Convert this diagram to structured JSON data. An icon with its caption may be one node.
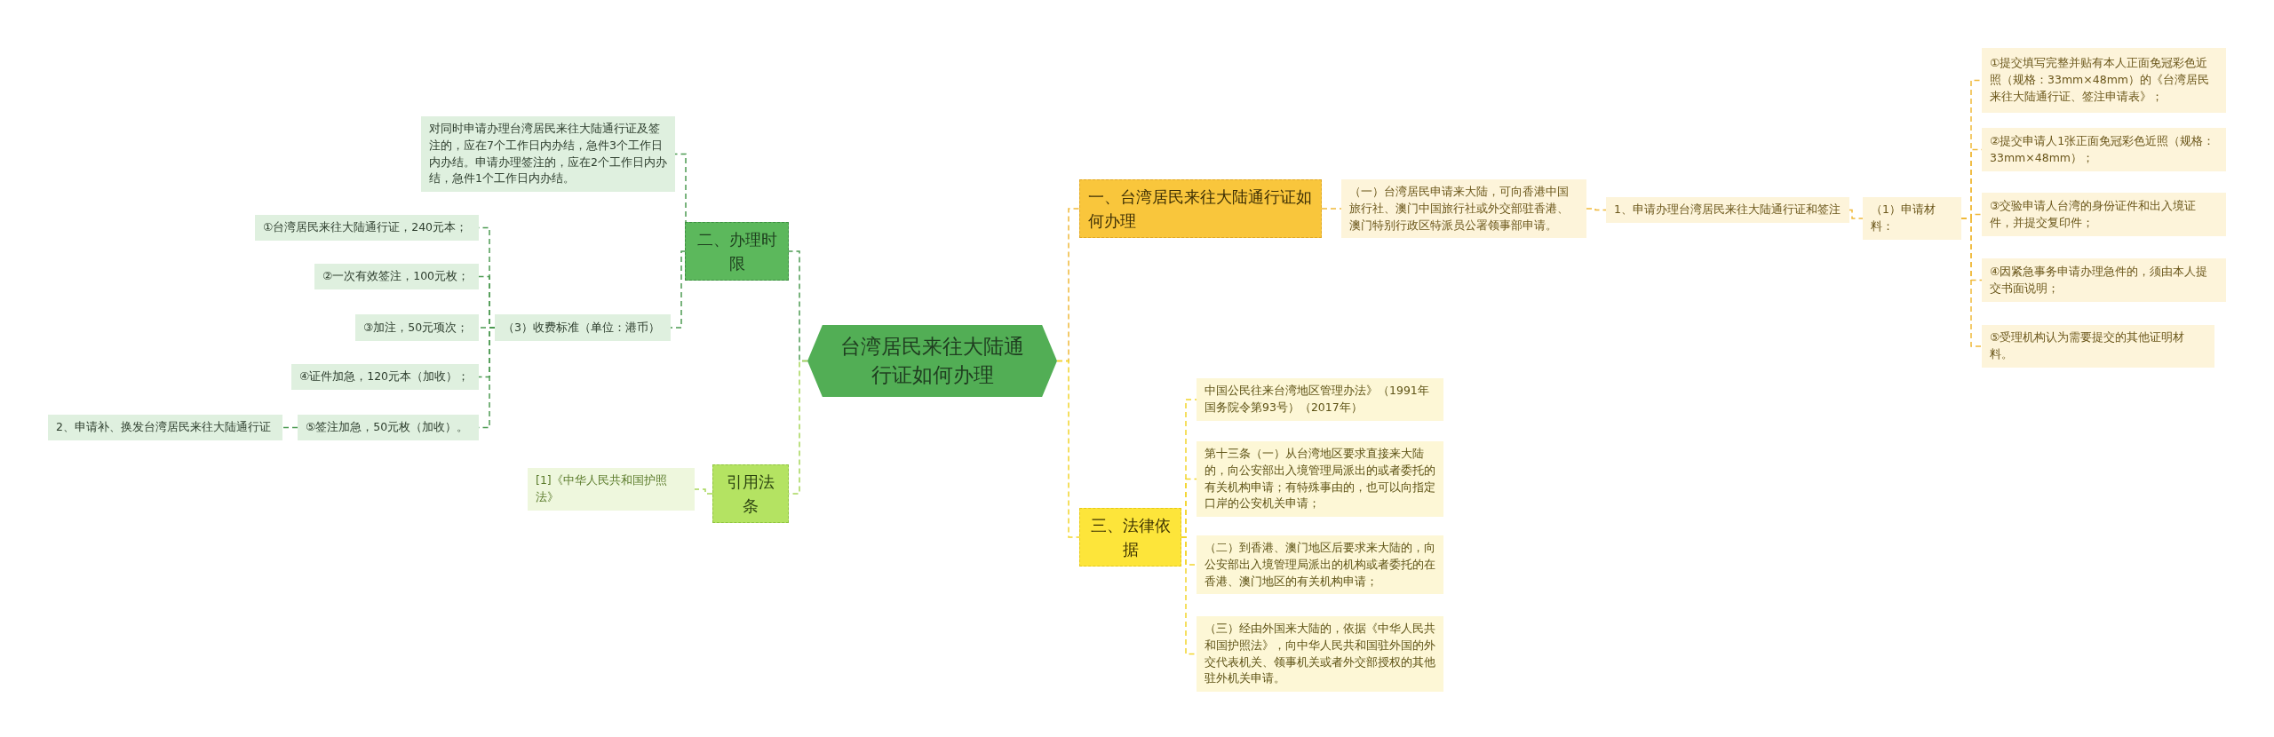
{
  "diagram": {
    "nodes": [
      {
        "text": [
          "台湾居民来往大陆通行证如何办理"
        ]
      },
      {
        "text": [
          "一、台湾居民来往大陆通行证如何办理"
        ]
      },
      {
        "text": [
          "（一）台湾居民申请来大陆，可向香港中国旅行社、澳门中国旅行社或外交部驻香港、澳门特别行政区特派员公署领事部申请。"
        ]
      },
      {
        "text": [
          "1、申请办理台湾居民来往大陆通行证和签注"
        ]
      },
      {
        "text": [
          "（1）申请材料："
        ]
      },
      {
        "text": [
          "①提交填写完整并贴有本人正面免冠彩色近照（规格：33mm×48mm）的《台湾居民来往大陆通行证、签注申请表》；"
        ]
      },
      {
        "text": [
          "②提交申请人1张正面免冠彩色近照（规格：33mm×48mm）；"
        ]
      },
      {
        "text": [
          "③交验申请人台湾的身份证件和出入境证件，并提交复印件；"
        ]
      },
      {
        "text": [
          "④因紧急事务申请办理急件的，须由本人提交书面说明；"
        ]
      },
      {
        "text": [
          "⑤受理机构认为需要提交的其他证明材料。"
        ]
      },
      {
        "text": [
          "三、法律依据"
        ]
      },
      {
        "text": [
          "中国公民往来台湾地区管理办法》（1991年国务院令第93号）（2017年）"
        ]
      },
      {
        "text": [
          "第十三条（一）从台湾地区要求直接来大陆的，向公安部出入境管理局派出的或者委托的有关机构申请；有特殊事由的，也可以向指定口岸的公安机关申请；"
        ]
      },
      {
        "text": [
          "（二）到香港、澳门地区后要求来大陆的，向公安部出入境管理局派出的机构或者委托的在香港、澳门地区的有关机构申请；"
        ]
      },
      {
        "text": [
          "（三）经由外国来大陆的，依据《中华人民共和国护照法》，向中华人民共和国驻外国的外交代表机关、领事机关或者外交部授权的其他驻外机关申请。"
        ]
      },
      {
        "text": [
          "二、办理时限"
        ]
      },
      {
        "text": [
          "对同时申请办理台湾居民来往大陆通行证及签注的，应在7个工作日内办结，急件3个工作日内办结。申请办理签注的，应在2个工作日内办结，急件1个工作日内办结。"
        ]
      },
      {
        "text": [
          "（3）收费标准（单位：港币）"
        ]
      },
      {
        "text": [
          "①台湾居民来往大陆通行证，240元本；"
        ]
      },
      {
        "text": [
          "②一次有效签注，100元枚；"
        ]
      },
      {
        "text": [
          "③加注，50元项次；"
        ]
      },
      {
        "text": [
          "④证件加急，120元本（加收）；"
        ]
      },
      {
        "text": [
          "⑤签注加急，50元枚（加收）。"
        ]
      },
      {
        "text": [
          "2、申请补、换发台湾居民来往大陆通行证"
        ]
      },
      {
        "text": [
          "引用法条"
        ]
      },
      {
        "text": [
          "[1]《中华人民共和国护照法》"
        ]
      }
    ],
    "edges": [
      {
        "from": 0,
        "to": 1,
        "arrow": "none",
        "color": "#f0b93a"
      },
      {
        "from": 1,
        "to": 2,
        "arrow": "none",
        "color": "#f0b93a"
      },
      {
        "from": 2,
        "to": 3,
        "arrow": "none",
        "color": "#f0b93a"
      },
      {
        "from": 3,
        "to": 4,
        "arrow": "none",
        "color": "#f0b93a"
      },
      {
        "from": 4,
        "to": 5,
        "arrow": "none",
        "color": "#f0b93a"
      },
      {
        "from": 4,
        "to": 6,
        "arrow": "none",
        "color": "#f0b93a"
      },
      {
        "from": 4,
        "to": 7,
        "arrow": "none",
        "color": "#f0b93a"
      },
      {
        "from": 4,
        "to": 8,
        "arrow": "none",
        "color": "#f0b93a"
      },
      {
        "from": 4,
        "to": 9,
        "arrow": "none",
        "color": "#f0b93a"
      },
      {
        "from": 0,
        "to": 10,
        "arrow": "none",
        "color": "#f2d52b"
      },
      {
        "from": 10,
        "to": 11,
        "arrow": "none",
        "color": "#f2d52b"
      },
      {
        "from": 10,
        "to": 12,
        "arrow": "none",
        "color": "#f2d52b"
      },
      {
        "from": 10,
        "to": 13,
        "arrow": "none",
        "color": "#f2d52b"
      },
      {
        "from": 10,
        "to": 14,
        "arrow": "none",
        "color": "#f2d52b"
      },
      {
        "from": 0,
        "to": 15,
        "arrow": "none",
        "color": "#4c9a52"
      },
      {
        "from": 15,
        "to": 16,
        "arrow": "none",
        "color": "#4c9a52"
      },
      {
        "from": 15,
        "to": 17,
        "arrow": "none",
        "color": "#4c9a52"
      },
      {
        "from": 17,
        "to": 18,
        "arrow": "none",
        "color": "#4c9a52"
      },
      {
        "from": 17,
        "to": 19,
        "arrow": "none",
        "color": "#4c9a52"
      },
      {
        "from": 17,
        "to": 20,
        "arrow": "none",
        "color": "#4c9a52"
      },
      {
        "from": 17,
        "to": 21,
        "arrow": "none",
        "color": "#4c9a52"
      },
      {
        "from": 17,
        "to": 22,
        "arrow": "none",
        "color": "#4c9a52"
      },
      {
        "from": 22,
        "to": 23,
        "arrow": "none",
        "color": "#4c9a52"
      },
      {
        "from": 0,
        "to": 24,
        "arrow": "none",
        "color": "#a6d65a"
      },
      {
        "from": 24,
        "to": 25,
        "arrow": "none",
        "color": "#a6d65a"
      }
    ]
  }
}
